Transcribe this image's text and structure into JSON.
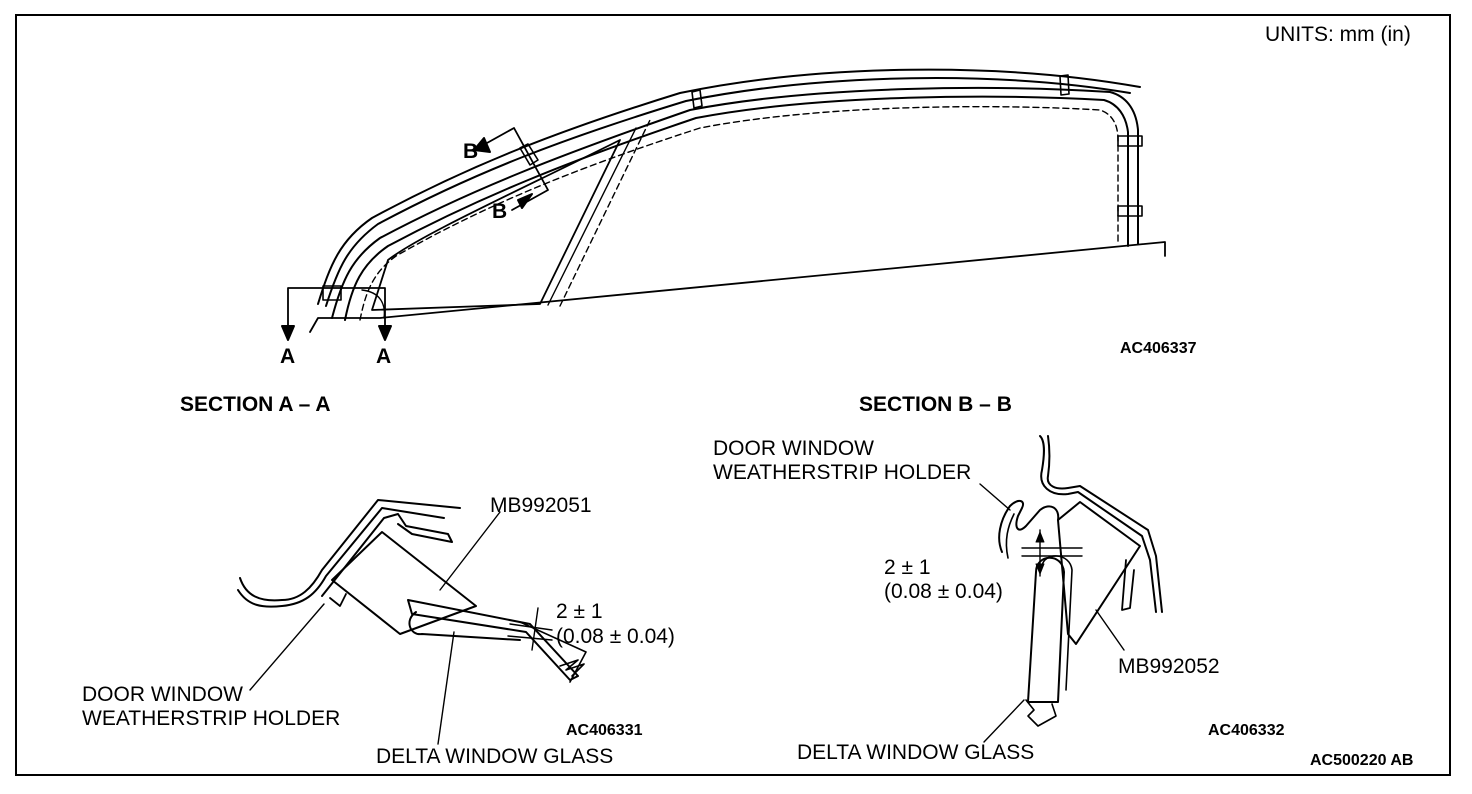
{
  "units": "UNITS: mm (in)",
  "top_view": {
    "code": "AC406337",
    "markers": {
      "a_left": "A",
      "a_right": "A",
      "b_top": "B",
      "b_bottom": "B"
    }
  },
  "section_a": {
    "title": "SECTION A – A",
    "tool": "MB992051",
    "dim_main": "2 ± 1",
    "dim_in": "(0.08 ± 0.04)",
    "holder_line1": "DOOR WINDOW",
    "holder_line2": "WEATHERSTRIP HOLDER",
    "glass": "DELTA WINDOW GLASS",
    "code": "AC406331"
  },
  "section_b": {
    "title": "SECTION B – B",
    "holder_line1": "DOOR WINDOW",
    "holder_line2": "WEATHERSTRIP HOLDER",
    "dim_main": "2 ± 1",
    "dim_in": "(0.08 ± 0.04)",
    "tool": "MB992052",
    "glass": "DELTA WINDOW GLASS",
    "code": "AC406332"
  },
  "figure_code": "AC500220 AB"
}
